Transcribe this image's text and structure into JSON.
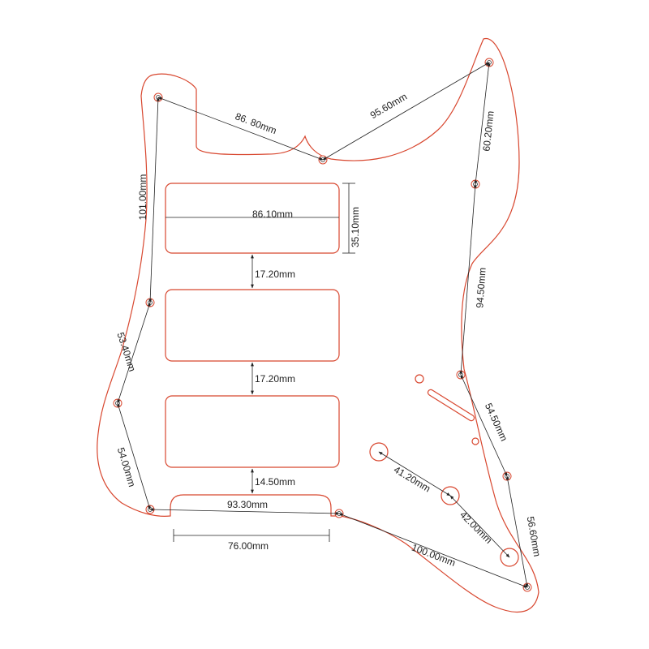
{
  "colors": {
    "outline": "#d8472f",
    "dimension": "#222222",
    "background": "#ffffff"
  },
  "dimensions": {
    "top_left": "86. 80mm",
    "top_right": "95.60mm",
    "right_upper": "60.20mm",
    "right_middle": "94.50mm",
    "right_lower": "54.50mm",
    "right_bottom": "56.60mm",
    "left_upper": "101.00mm",
    "left_middle": "53.40mm",
    "left_lower": "54.00mm",
    "pickup_width": "86.10mm",
    "pickup_height": "35.10mm",
    "pickup_gap_1": "17.20mm",
    "pickup_gap_2": "17.20mm",
    "pickup_to_bottom": "14.50mm",
    "bottom_screws": "93.30mm",
    "bottom_slot": "76.00mm",
    "bottom_long": "100.00mm",
    "knob_1_2": "41.20mm",
    "knob_2_3": "42.00mm"
  }
}
